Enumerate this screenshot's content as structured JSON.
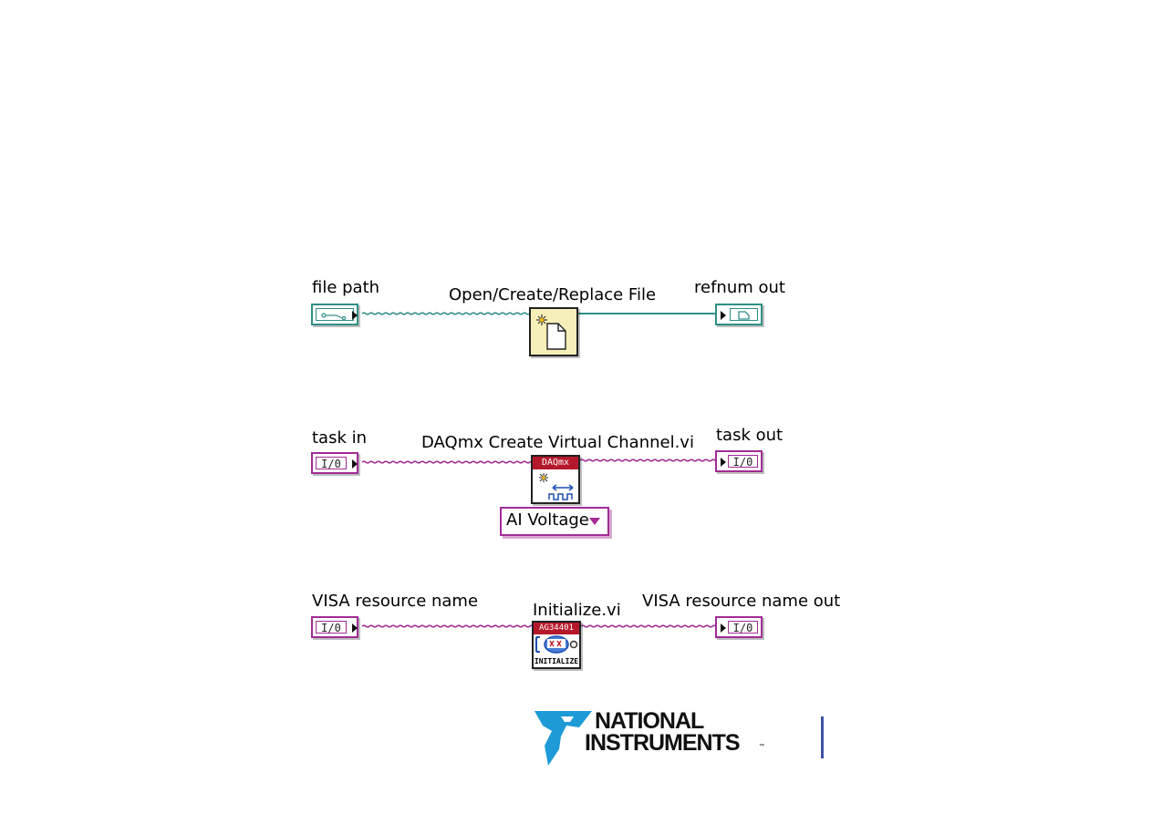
{
  "rows": [
    {
      "input_label": "file path",
      "node_label": "Open/Create/Replace File",
      "output_label": "refnum out"
    },
    {
      "input_label": "task in",
      "input_terminal_text": "I/0",
      "node_label": "DAQmx Create Virtual Channel.vi",
      "node_header": "DAQmx",
      "ring_value": "AI Voltage",
      "output_label": "task out",
      "output_terminal_text": "I/0"
    },
    {
      "input_label": "VISA resource name",
      "input_terminal_text": "I/0",
      "node_label": "Initialize.vi",
      "node_header": "AG34401",
      "node_footer": "INITIALIZE",
      "output_label": "VISA resource name out",
      "output_terminal_text": "I/0"
    }
  ],
  "logo": {
    "line1": "NATIONAL",
    "line2": "INSTRUMENTS",
    "trademark": "™"
  },
  "colors": {
    "path_wire": "#2f8f86",
    "io_wire": "#a12c96",
    "file_node_bg": "#f6efb8",
    "daqmx_header": "#b5182b",
    "logo_blue": "#1e9bd7",
    "separator": "#3b52a3"
  },
  "icons": {
    "path_control": "path-icon",
    "refnum_indicator": "file-refnum-icon",
    "open_file_node": "new-file-icon",
    "daqmx_node": "daqmx-channel-icon",
    "initialize_node": "instrument-init-icon",
    "logo_mark": "ni-eagle-icon"
  }
}
